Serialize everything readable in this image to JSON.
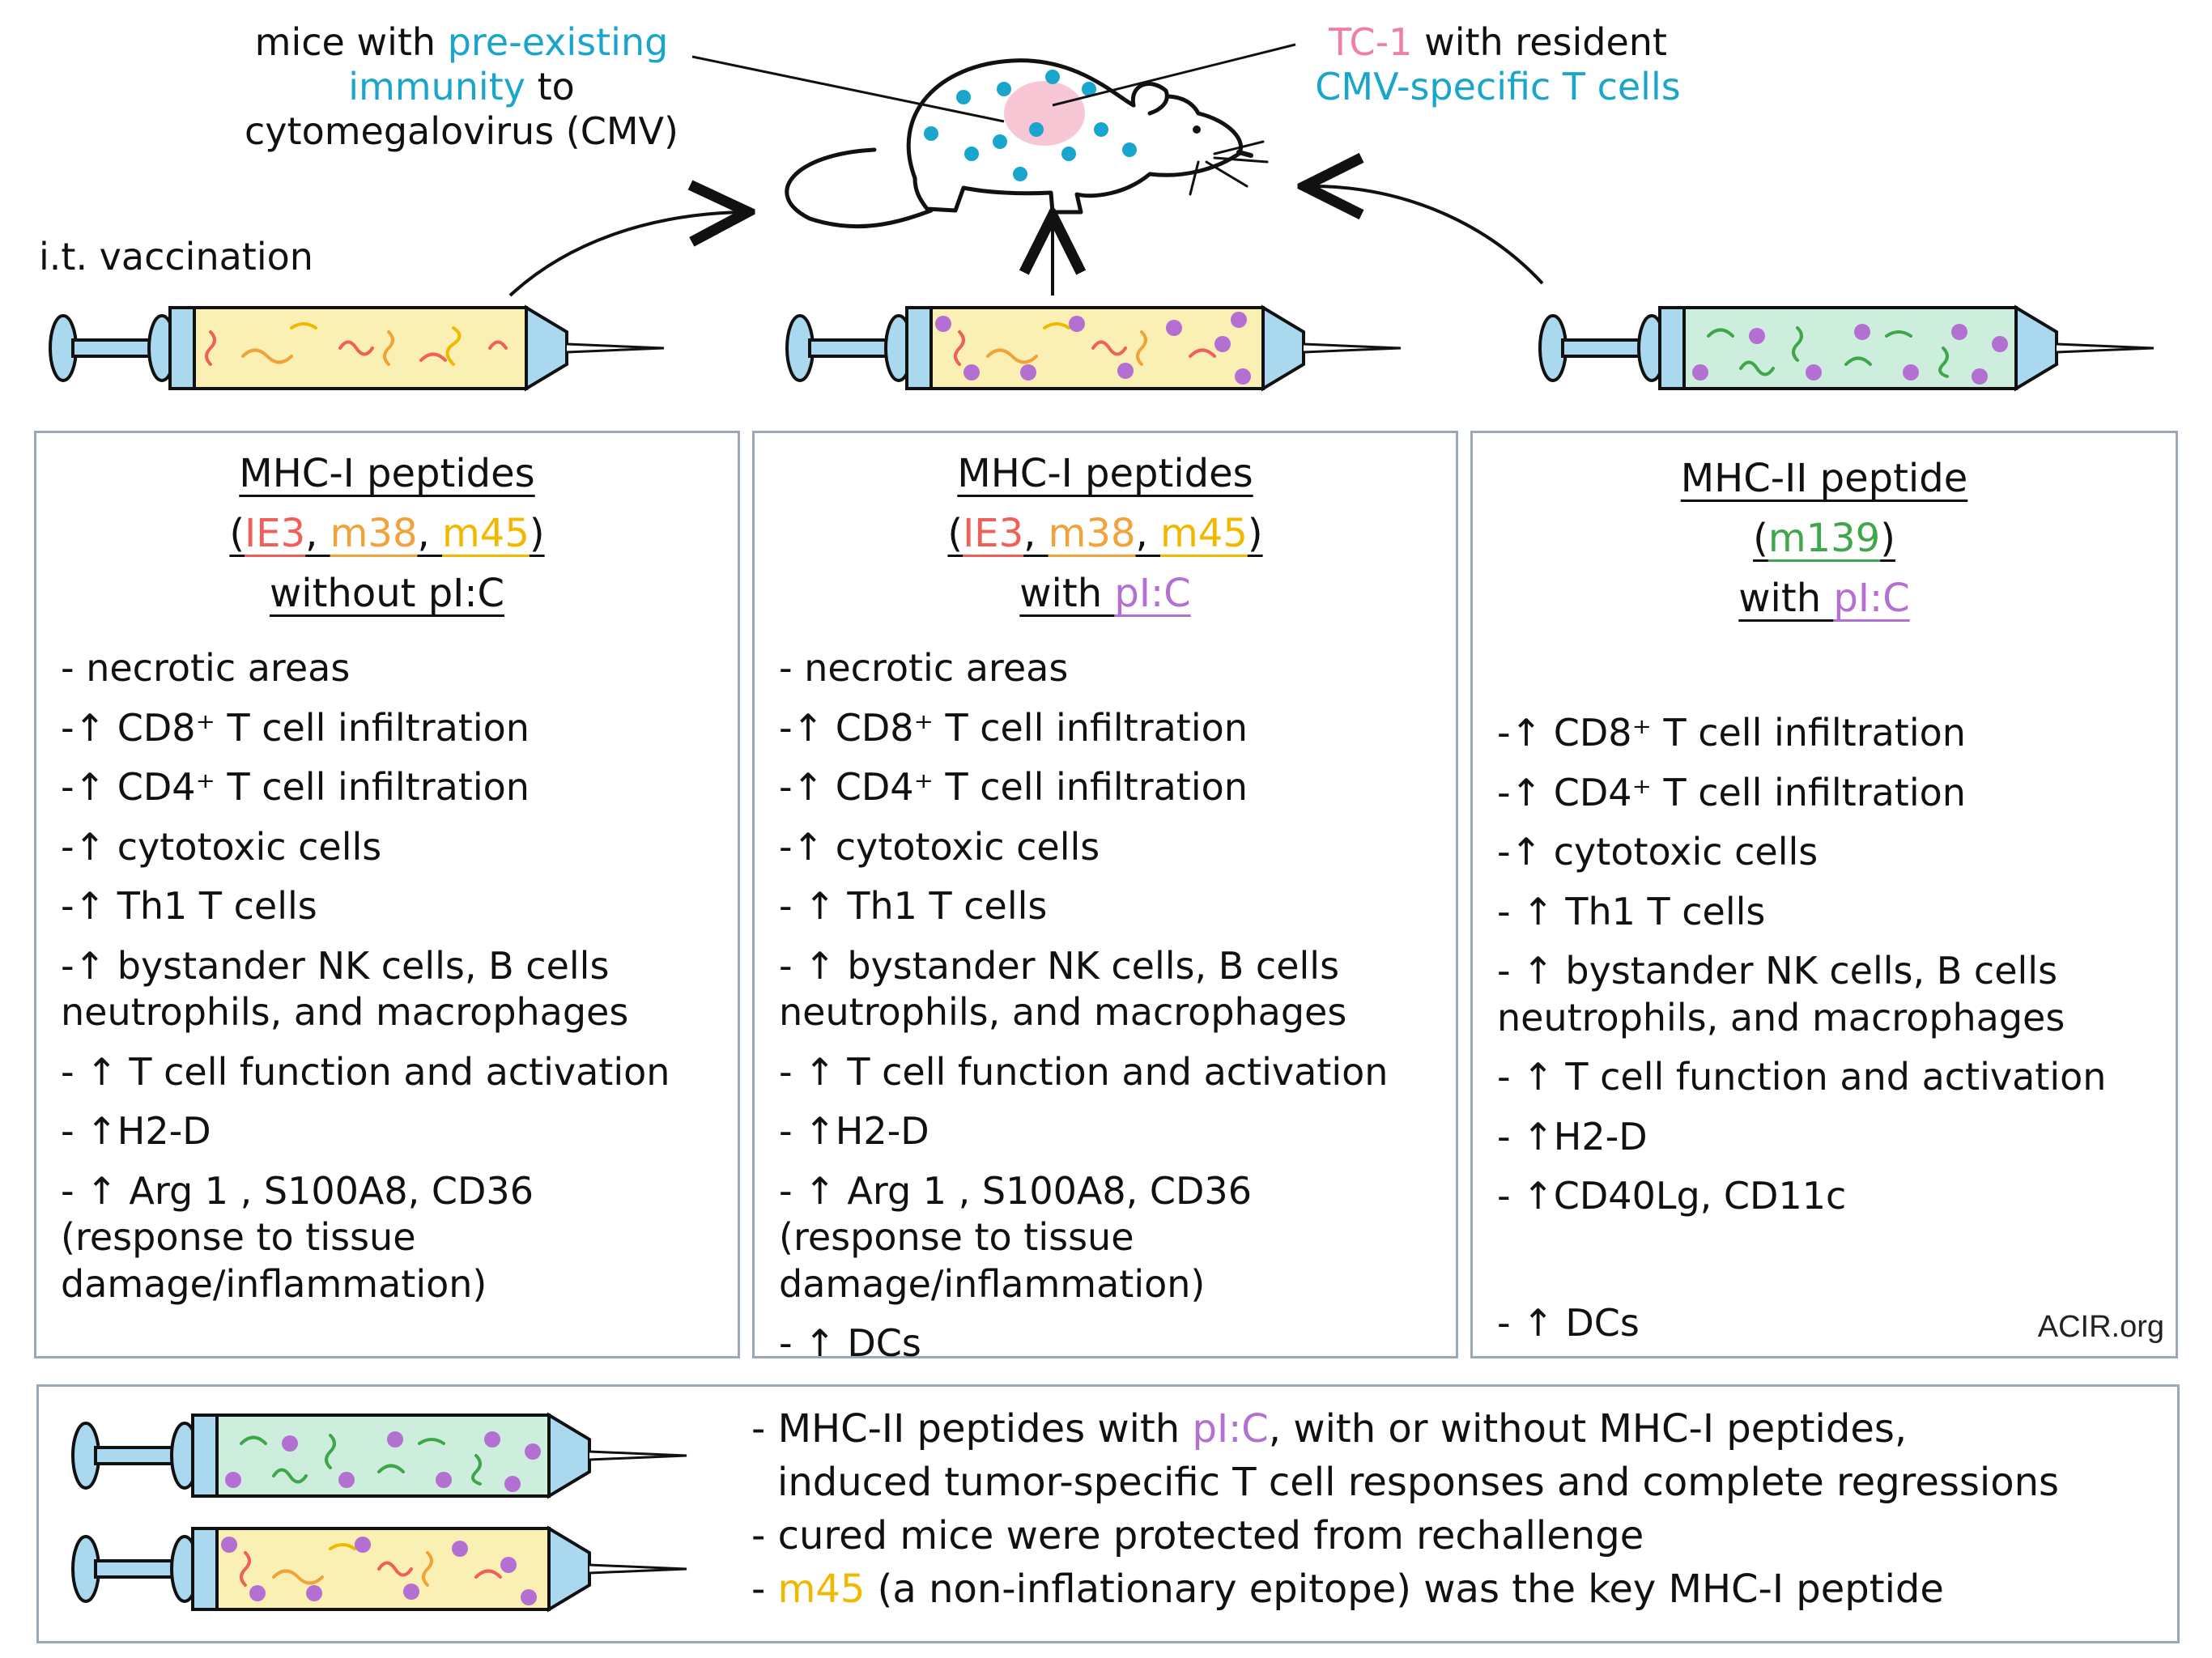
{
  "top": {
    "mice_label": {
      "line1_pre": "mice with ",
      "line1_accent": "pre-existing",
      "line2_accent": "immunity",
      "line2_post": " to",
      "line3": "cytomegalovirus (CMV)"
    },
    "tc1_label": {
      "line1_accent": "TC-1",
      "line1_post": " with resident",
      "line2_accent": "CMV-specific T cells"
    },
    "vaccination_label": "i.t. vaccination"
  },
  "panels": [
    {
      "title": "MHC-I peptides",
      "peptides": [
        "IE3",
        "m38",
        "m45"
      ],
      "adjuvant_pre": "without pI:C",
      "adjuvant_accent": "",
      "effects": [
        "- necrotic areas",
        "-↑ CD8⁺ T cell infiltration",
        "-↑ CD4⁺ T cell infiltration",
        "-↑ cytotoxic cells",
        "-↑ Th1 T cells",
        "-↑ bystander NK cells, B cells\n  neutrophils, and macrophages",
        "- ↑ T cell function and activation",
        "- ↑H2-D",
        "- ↑ Arg 1 , S100A8, CD36\n  (response to tissue\n  damage/inflammation)"
      ]
    },
    {
      "title": "MHC-I peptides",
      "peptides": [
        "IE3",
        "m38",
        "m45"
      ],
      "adjuvant_pre": "with ",
      "adjuvant_accent": "pI:C",
      "effects": [
        "- necrotic areas",
        "-↑ CD8⁺ T cell infiltration",
        "-↑ CD4⁺ T cell infiltration",
        "-↑ cytotoxic cells",
        "- ↑ Th1 T cells",
        "- ↑ bystander NK cells, B cells\n  neutrophils, and macrophages",
        "- ↑ T cell function and activation",
        "- ↑H2-D",
        "- ↑ Arg 1 , S100A8, CD36\n  (response to tissue\n  damage/inflammation)",
        "- ↑ DCs"
      ]
    },
    {
      "title": "MHC-II peptide",
      "peptides": [
        "m139"
      ],
      "adjuvant_pre": "with ",
      "adjuvant_accent": "pI:C",
      "effects": [
        "-↑ CD8⁺ T cell infiltration",
        "-↑ CD4⁺ T cell infiltration",
        "-↑ cytotoxic cells",
        "- ↑ Th1 T cells",
        "- ↑ bystander NK cells, B cells\n  neutrophils, and macrophages",
        "- ↑ T cell function and activation",
        "- ↑H2-D",
        "- ↑CD40Lg, CD11c"
      ],
      "last_effect": "- ↑ DCs"
    }
  ],
  "credit": "ACIR.org",
  "summary": {
    "line1_pre": "- MHC-II peptides with ",
    "line1_accent": "pI:C",
    "line1_post": ", with or without MHC-I peptides,",
    "line2": "induced tumor-specific T cell responses and complete regressions",
    "line3": "- cured mice were protected from rechallenge",
    "line4_pre": "- ",
    "line4_accent": "m45",
    "line4_post": " (a non-inflationary epitope) was the key MHC-I peptide"
  },
  "colors": {
    "cyan": "#1aa6cc",
    "pink": "#f07fa6",
    "red_ie3": "#f0605a",
    "orange_m38": "#f2a23a",
    "yellow_m45": "#f2b800",
    "purple_pic": "#b36fd1",
    "green_m139": "#3fa64a",
    "syringe_blue": "#a9d8ef",
    "fill_yellow": "#fbf0b3",
    "fill_green": "#cdeedd",
    "panel_border": "#9aa8b8"
  },
  "icons": [
    "mouse-icon",
    "syringe-icon",
    "arrow-icon"
  ]
}
